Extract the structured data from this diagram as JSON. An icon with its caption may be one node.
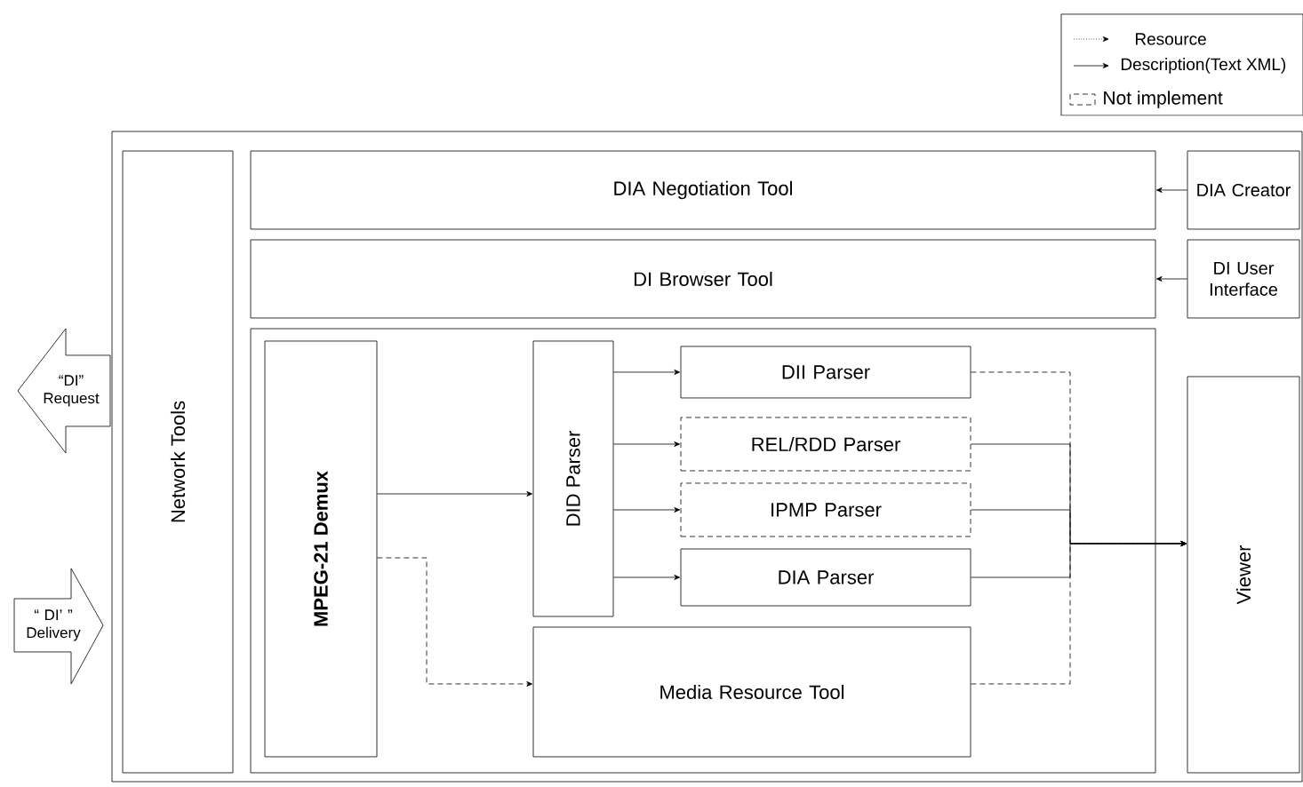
{
  "diagram": {
    "nodes": [
      {
        "text": [],
        "shape": "box"
      },
      {
        "text": [
          "Network Tools"
        ],
        "in": 0
      },
      {
        "text": [
          "DIA Negotiation Tool"
        ],
        "in": 0
      },
      {
        "text": [
          "DIA Creator"
        ],
        "in": 0
      },
      {
        "text": [
          "DI Browser Tool"
        ],
        "in": 0
      },
      {
        "text": [
          "DI User Interface"
        ],
        "in": 0
      },
      {
        "text": [],
        "shape": "box",
        "in": 0
      },
      {
        "text": [
          "MPEG-21 Demux"
        ],
        "in": 6
      },
      {
        "text": [
          "DID Parser"
        ],
        "in": 6
      },
      {
        "text": [
          "DII Parser"
        ],
        "in": 6
      },
      {
        "text": [
          "REL/RDD Parser"
        ],
        "in": 6
      },
      {
        "text": [
          "IPMP Parser"
        ],
        "in": 6
      },
      {
        "text": [
          "DIA Parser"
        ],
        "in": 6
      },
      {
        "text": [
          "Media Resource Tool"
        ],
        "in": 6
      },
      {
        "text": [
          "Viewer"
        ],
        "in": 0
      },
      {
        "text": [
          "“DI” Request"
        ]
      },
      {
        "text": [
          "“ DI’ ” Delivery"
        ]
      }
    ],
    "edges": [
      {
        "from": 3,
        "to": 2,
        "arrow": "to"
      },
      {
        "from": 5,
        "to": 4,
        "arrow": "to"
      },
      {
        "from": 7,
        "to": 8,
        "arrow": "to"
      },
      {
        "from": 7,
        "to": 13,
        "arrow": "to",
        "style": "dashed"
      },
      {
        "from": 8,
        "to": 9,
        "arrow": "to"
      },
      {
        "from": 8,
        "to": 10,
        "arrow": "to"
      },
      {
        "from": 8,
        "to": 11,
        "arrow": "to"
      },
      {
        "from": 8,
        "to": 12,
        "arrow": "to"
      },
      {
        "from": 9,
        "to": 14,
        "arrow": "to",
        "style": "dashed"
      },
      {
        "from": 10,
        "to": 14,
        "arrow": "to"
      },
      {
        "from": 11,
        "to": 14,
        "arrow": "to"
      },
      {
        "from": 12,
        "to": 14,
        "arrow": "to"
      },
      {
        "from": 13,
        "to": 14,
        "arrow": "to",
        "style": "dashed"
      }
    ],
    "legend": [
      {
        "text": "Resource"
      },
      {
        "text": "Description(Text XML)"
      },
      {
        "text": "Not implement"
      }
    ]
  }
}
